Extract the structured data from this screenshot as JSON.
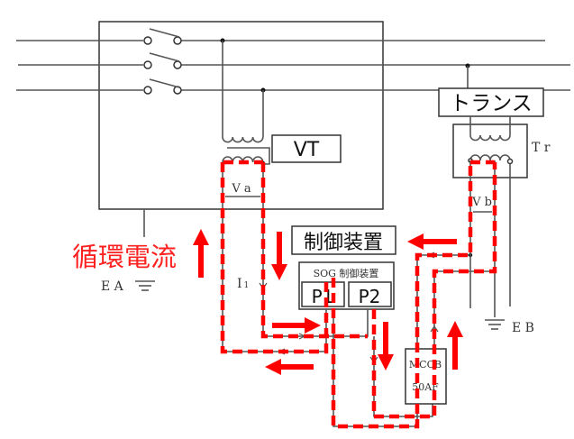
{
  "labels": {
    "vt": "VT",
    "transformer": "トランス",
    "tr": "T r",
    "control_device": "制御装置",
    "sog_device": "SOG 制御装置",
    "p1": "P1",
    "p2": "P2",
    "va": "V a",
    "vb": "V b",
    "circulating_current": "循環電流",
    "ea": "E A",
    "eb": "E B",
    "i1": "I",
    "i1_sub": "1",
    "mccb": "MCCB",
    "mccb_rating": "50AF"
  },
  "colors": {
    "current_path": "#ff0000",
    "wire": "#555555"
  }
}
